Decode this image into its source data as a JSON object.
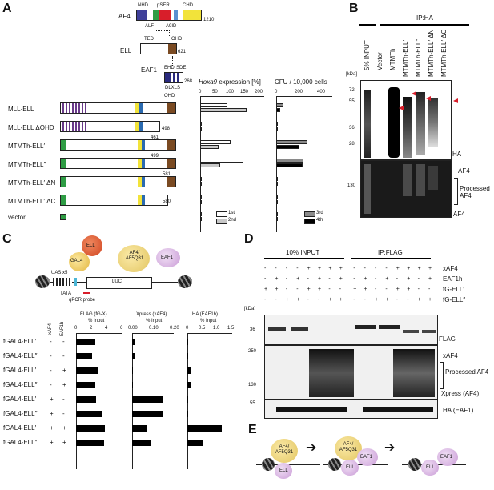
{
  "panels": {
    "a": "A",
    "b": "B",
    "c": "C",
    "d": "D",
    "e": "E"
  },
  "panel_a": {
    "af4": {
      "name": "AF4",
      "domains": [
        "NHD",
        "pSER",
        "CHD"
      ],
      "end": "1210",
      "sub": [
        "ALF",
        "A9ID"
      ]
    },
    "ell": {
      "name": "ELL",
      "domains": [
        "TED",
        "OHD"
      ],
      "end": "621"
    },
    "eaf1": {
      "name": "EAF1",
      "domains": [
        "EHD",
        "SDE",
        "DLXLS"
      ],
      "end": "268"
    },
    "ohd_label": "OHD",
    "constructs": [
      {
        "name": "MLL-ELL",
        "end": ""
      },
      {
        "name": "MLL-ELL ΔOHD",
        "end": "498"
      },
      {
        "name": "MTMTh-ELL′",
        "end": "461"
      },
      {
        "name": "MTMTh-ELL″",
        "end": "499"
      },
      {
        "name": "MTMTh-ELL′ ΔN",
        "end": "581"
      },
      {
        "name": "MTMTh-ELL′ ΔC",
        "end": "580"
      },
      {
        "name": "vector",
        "end": ""
      }
    ],
    "hoxa9_title_italic": "Hoxa9",
    "hoxa9_title_rest": " expression [%]",
    "hoxa9_ticks": [
      "0",
      "50",
      "100",
      "150",
      "200"
    ],
    "cfu_title": "CFU / 10,000 cells",
    "cfu_ticks": [
      "0",
      "200",
      "400"
    ],
    "legend_hoxa9": [
      "1st",
      "2nd"
    ],
    "legend_cfu": [
      "3rd",
      "4th"
    ],
    "colors": {
      "first": "#ffffff",
      "second": "#c8c8c8",
      "third": "#8a8a8a",
      "fourth": "#000000"
    }
  },
  "chart_data": [
    {
      "type": "bar",
      "title": "Hoxa9 expression [%]",
      "categories": [
        "MLL-ELL",
        "MLL-ELL ΔOHD",
        "MTMTh-ELL′",
        "MTMTh-ELL″",
        "MTMTh-ELL′ ΔN",
        "MTMTh-ELL′ ΔC",
        "vector"
      ],
      "series": [
        {
          "name": "1st",
          "values": [
            95,
            2,
            105,
            150,
            3,
            2,
            0
          ]
        },
        {
          "name": "2nd",
          "values": [
            160,
            3,
            65,
            70,
            4,
            3,
            0
          ]
        }
      ],
      "xlim": [
        0,
        200
      ]
    },
    {
      "type": "bar",
      "title": "CFU / 10,000 cells",
      "categories": [
        "MLL-ELL",
        "MLL-ELL ΔOHD",
        "MTMTh-ELL′",
        "MTMTh-ELL″",
        "MTMTh-ELL′ ΔN",
        "MTMTh-ELL′ ΔC",
        "vector"
      ],
      "series": [
        {
          "name": "3rd",
          "values": [
            60,
            2,
            250,
            220,
            2,
            2,
            0
          ]
        },
        {
          "name": "4th",
          "values": [
            30,
            2,
            190,
            210,
            1,
            1,
            0
          ]
        }
      ],
      "xlim": [
        0,
        400
      ]
    },
    {
      "type": "bar",
      "title": "FLAG (fG-X) % Input",
      "categories": [
        "fGAL4-ELL′ - -",
        "fGAL4-ELL″ - -",
        "fGAL4-ELL′ - +",
        "fGAL4-ELL″ - +",
        "fGAL4-ELL′ + -",
        "fGAL4-ELL″ + -",
        "fGAL4-ELL′ + +",
        "fGAL4-ELL″ + +"
      ],
      "values": [
        2.6,
        2.1,
        3.0,
        2.6,
        2.7,
        3.4,
        3.9,
        3.7
      ],
      "xlim": [
        0,
        6
      ]
    },
    {
      "type": "bar",
      "title": "Xpress (xAF4) % Input",
      "categories": [
        "fGAL4-ELL′ - -",
        "fGAL4-ELL″ - -",
        "fGAL4-ELL′ - +",
        "fGAL4-ELL″ - +",
        "fGAL4-ELL′ + -",
        "fGAL4-ELL″ + -",
        "fGAL4-ELL′ + +",
        "fGAL4-ELL″ + +"
      ],
      "values": [
        0.01,
        0.01,
        0.005,
        0.005,
        0.15,
        0.15,
        0.07,
        0.09
      ],
      "xlim": [
        0,
        0.2
      ]
    },
    {
      "type": "bar",
      "title": "HA (EAF1h) % Input",
      "categories": [
        "fGAL4-ELL′ - -",
        "fGAL4-ELL″ - -",
        "fGAL4-ELL′ - +",
        "fGAL4-ELL″ - +",
        "fGAL4-ELL′ + -",
        "fGAL4-ELL″ + -",
        "fGAL4-ELL′ + +",
        "fGAL4-ELL″ + +"
      ],
      "values": [
        0.02,
        0.02,
        0.15,
        0.1,
        0.01,
        0.01,
        1.2,
        0.55
      ],
      "xlim": [
        0,
        1.5
      ]
    }
  ],
  "panel_b": {
    "title": "IP:HA",
    "lanes": [
      "5% INPUT",
      "Vector",
      "MTMTh",
      "MTMTh-ELL′",
      "MTMTh-ELL″",
      "MTMTh-ELL′ ΔN",
      "MTMTh-ELL′ ΔC"
    ],
    "kda": "[kDa]",
    "markers_top": [
      "72",
      "55",
      "36",
      "28"
    ],
    "markers_bottom": [
      "130"
    ],
    "label_top": "HA",
    "label_af4": "AF4",
    "label_processed": "Processed AF4",
    "label_af4_bottom": "AF4"
  },
  "panel_c": {
    "gal4": "GAL4",
    "ell": "ELL",
    "af4": "AF4/ AF5Q31",
    "eaf1": "EAF1",
    "uas": "UAS x5",
    "tata": "TATA",
    "luc": "LUC",
    "probe": "qPCR probe",
    "col_xaf4": "xAF4",
    "col_eaf1h": "EAF1h",
    "rows": [
      {
        "name": "fGAL4-ELL′",
        "xaf4": "-",
        "eaf1h": "-"
      },
      {
        "name": "fGAL4-ELL″",
        "xaf4": "-",
        "eaf1h": "-"
      },
      {
        "name": "fGAL4-ELL′",
        "xaf4": "-",
        "eaf1h": "+"
      },
      {
        "name": "fGAL4-ELL″",
        "xaf4": "-",
        "eaf1h": "+"
      },
      {
        "name": "fGAL4-ELL′",
        "xaf4": "+",
        "eaf1h": "-"
      },
      {
        "name": "fGAL4-ELL″",
        "xaf4": "+",
        "eaf1h": "-"
      },
      {
        "name": "fGAL4-ELL′",
        "xaf4": "+",
        "eaf1h": "+"
      },
      {
        "name": "fGAL4-ELL″",
        "xaf4": "+",
        "eaf1h": "+"
      }
    ],
    "chart_titles": [
      [
        "FLAG (fG-X)",
        "% Input"
      ],
      [
        "Xpress (xAF4)",
        "% Input"
      ],
      [
        "HA (EAF1h)",
        "% Input"
      ]
    ],
    "ticks": [
      [
        "0",
        "2",
        "4",
        "6"
      ],
      [
        "0.00",
        "0.10",
        "0.20"
      ],
      [
        "0",
        "0.5",
        "1.0",
        "1.5"
      ]
    ]
  },
  "panel_d": {
    "input": "10% INPUT",
    "ip": "IP:FLAG",
    "row_labels": [
      "xAF4",
      "EAF1h",
      "fG-ELL′",
      "fG-ELL″"
    ],
    "rows": [
      [
        "-",
        "-",
        "-",
        "-",
        "+",
        "+",
        "+",
        "+",
        "-",
        "-",
        "-",
        "-",
        "+",
        "+",
        "+",
        "+"
      ],
      [
        "-",
        "+",
        "-",
        "+",
        "-",
        "+",
        "-",
        "+",
        "-",
        "+",
        "-",
        "+",
        "-",
        "+",
        "-",
        "+"
      ],
      [
        "+",
        "+",
        "-",
        "-",
        "+",
        "+",
        "-",
        "-",
        "+",
        "+",
        "-",
        "-",
        "+",
        "+",
        "-",
        "-"
      ],
      [
        "-",
        "-",
        "+",
        "+",
        "-",
        "-",
        "+",
        "+",
        "-",
        "-",
        "+",
        "+",
        "-",
        "-",
        "+",
        "+"
      ]
    ],
    "kda": "[kDa]",
    "markers": [
      "36",
      "250",
      "130",
      "55"
    ],
    "label_flag": "FLAG",
    "label_xaf4": "xAF4",
    "label_processed": "Processed AF4",
    "label_xpress": "Xpress (AF4)",
    "label_ha": "HA (EAF1)"
  },
  "panel_e": {
    "af4": "AF4/ AF5Q31",
    "ell": "ELL",
    "eaf1": "EAF1"
  }
}
